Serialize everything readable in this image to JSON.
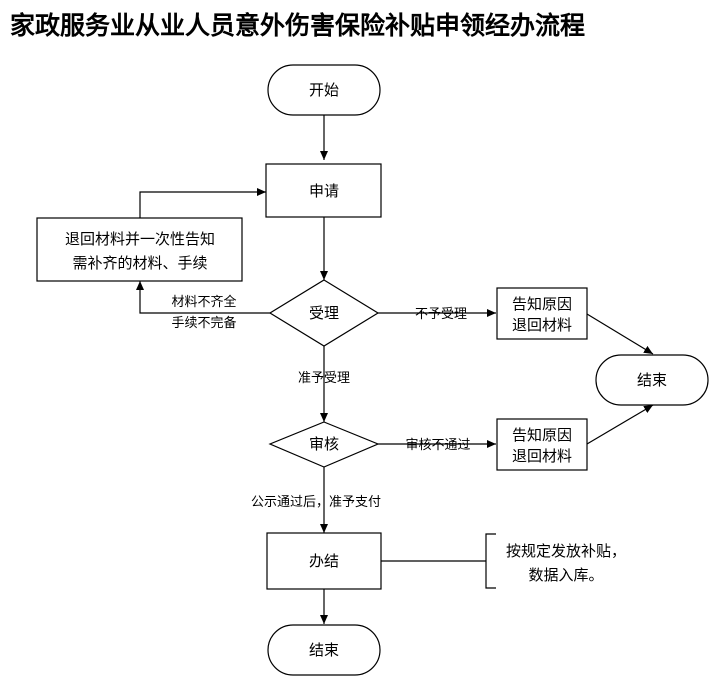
{
  "title": "家政服务业从业人员意外伤害保险补贴申领经办流程",
  "nodes": {
    "start": "开始",
    "apply": "申请",
    "return_materials_line1": "退回材料并一次性告知",
    "return_materials_line2": "需补齐的材料、手续",
    "accept": "受理",
    "reason1_line1": "告知原因",
    "reason1_line2": "退回材料",
    "end_right": "结束",
    "review": "审核",
    "reason2_line1": "告知原因",
    "reason2_line2": "退回材料",
    "finish": "办结",
    "end_bottom": "结束"
  },
  "edges": {
    "incomplete_line1": "材料不齐全",
    "incomplete_line2": "手续不完备",
    "not_accepted": "不予受理",
    "accepted": "准予受理",
    "review_failed": "审核不通过",
    "publicized": "公示通过后，准予支付"
  },
  "annotation": {
    "line1": "按规定发放补贴，",
    "line2": "数据入库。"
  }
}
